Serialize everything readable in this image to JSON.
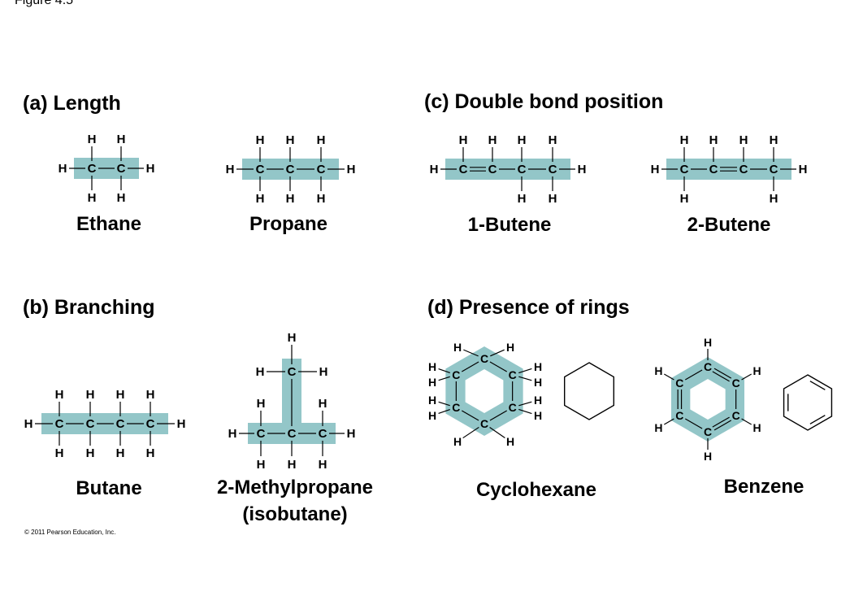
{
  "figure": {
    "title": "Figure 4.5",
    "copyright": "© 2011 Pearson Education, Inc."
  },
  "colors": {
    "highlight": "#93c6c8",
    "text": "#000000",
    "background": "#ffffff"
  },
  "sections": {
    "length": {
      "label": "(a) Length",
      "molecules": [
        "Ethane",
        "Propane"
      ]
    },
    "double_bond": {
      "label": "(c) Double bond position",
      "molecules": [
        "1-Butene",
        "2-Butene"
      ]
    },
    "branching": {
      "label": "(b) Branching",
      "molecules": [
        "Butane",
        "2-Methylpropane",
        "(isobutane)"
      ]
    },
    "rings": {
      "label": "(d) Presence of rings",
      "molecules": [
        "Cyclohexane",
        "Benzene"
      ]
    }
  },
  "atoms": {
    "carbon": "C",
    "hydrogen": "H"
  }
}
